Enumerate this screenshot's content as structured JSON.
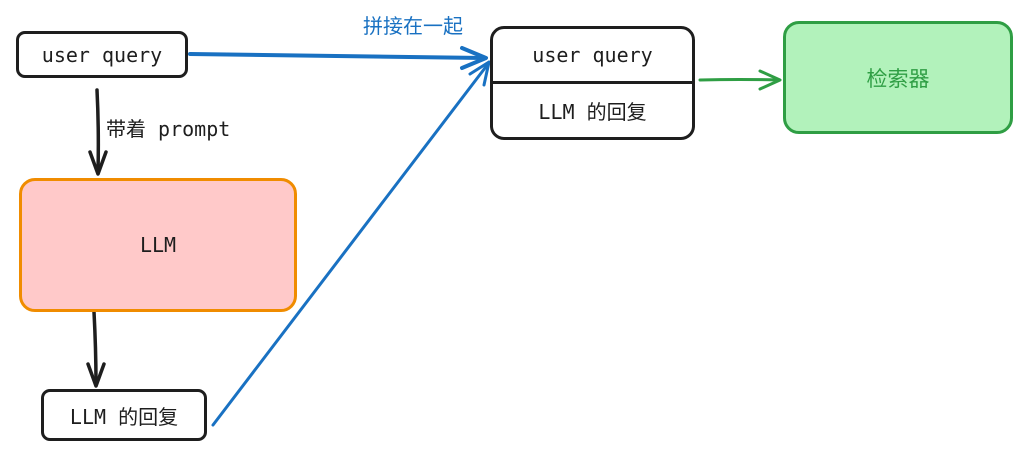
{
  "nodes": {
    "user_query": "user query",
    "llm": "LLM",
    "llm_reply": "LLM 的回复",
    "combined_top": "user query",
    "combined_bottom": "LLM 的回复",
    "retriever": "检索器"
  },
  "edge_labels": {
    "with_prompt": "带着 prompt",
    "concat": "拼接在一起"
  },
  "colors": {
    "stroke_dark": "#1e1e1e",
    "llm_fill": "#ffc9c9",
    "llm_border": "#f08c00",
    "retriever_fill": "#b2f2bb",
    "retriever_border": "#2f9e44",
    "blue_arrow": "#1971c2",
    "green_arrow": "#2f9e44"
  }
}
